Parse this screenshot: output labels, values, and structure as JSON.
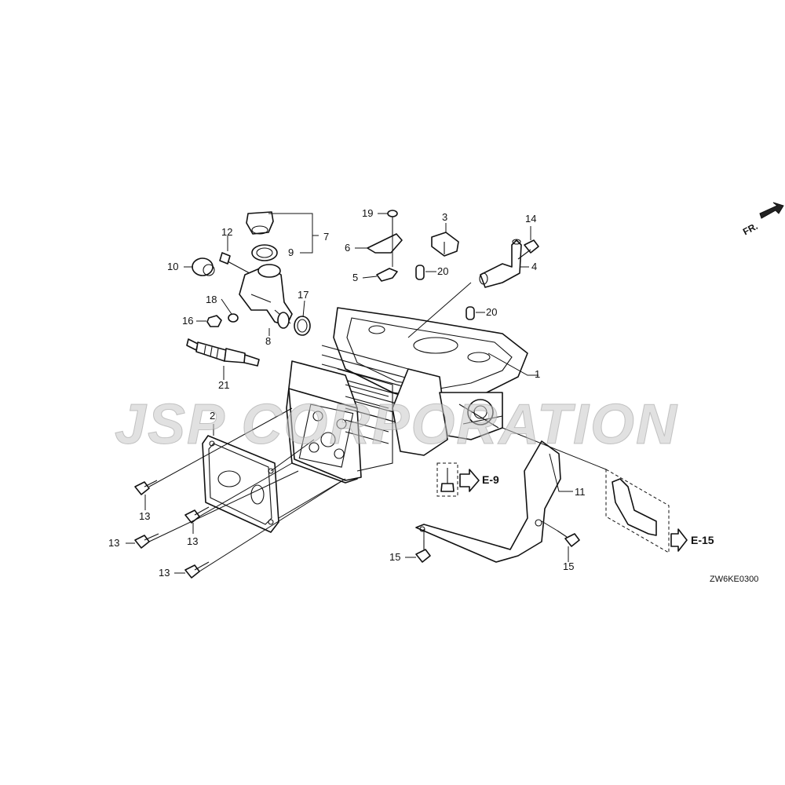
{
  "callouts": {
    "c1": "1",
    "c2": "2",
    "c3": "3",
    "c4": "4",
    "c5": "5",
    "c6": "6",
    "c7": "7",
    "c8": "8",
    "c9": "9",
    "c10": "10",
    "c11": "11",
    "c12": "12",
    "c13a": "13",
    "c13b": "13",
    "c13c": "13",
    "c13d": "13",
    "c14": "14",
    "c15a": "15",
    "c15b": "15",
    "c16": "16",
    "c17": "17",
    "c18": "18",
    "c19": "19",
    "c20a": "20",
    "c20b": "20",
    "c21": "21"
  },
  "references": {
    "e9": "E-9",
    "e15": "E-15"
  },
  "direction_marker": "FR.",
  "diagram_code": "ZW6KE0300",
  "watermark": "JSP CORPORATION",
  "colors": {
    "line": "#111111",
    "background": "#ffffff",
    "watermark": "#c8c8c8"
  }
}
